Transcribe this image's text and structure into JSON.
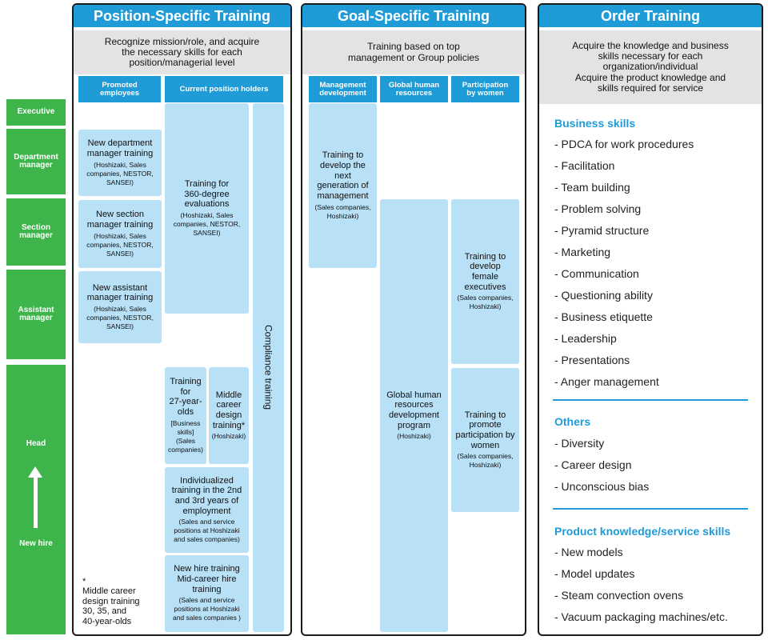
{
  "levels": {
    "executive": "Executive",
    "department_manager": "Department\nmanager",
    "section_manager": "Section\nmanager",
    "assistant_manager": "Assistant\nmanager",
    "head": "Head",
    "new_hire": "New hire"
  },
  "position_panel": {
    "title": "Position-Specific Training",
    "description": "Recognize mission/role, and acquire\nthe necessary skills for each\nposition/managerial level",
    "col_promoted": "Promoted\nemployees",
    "col_current": "Current position holders",
    "boxes": {
      "dept_mgr": {
        "title": "New department\nmanager training",
        "sub": "(Hoshizaki, Sales\ncompanies, NESTOR,\nSANSEI)"
      },
      "section_mgr": {
        "title": "New section\nmanager training",
        "sub": "(Hoshizaki, Sales\ncompanies, NESTOR,\nSANSEI)"
      },
      "assistant_mgr": {
        "title": "New assistant\nmanager training",
        "sub": "(Hoshizaki, Sales\ncompanies, NESTOR,\nSANSEI)"
      },
      "eval360": {
        "title": "Training for\n360-degree\nevaluations",
        "sub": "(Hoshizaki, Sales\ncompanies, NESTOR,\nSANSEI)"
      },
      "age27": {
        "title": "Training\nfor\n27-year-\nolds",
        "sub": "[Business\nskills]\n(Sales\ncompanies)"
      },
      "mid_career": {
        "title": "Middle\ncareer\ndesign\ntraining*",
        "sub": "(Hoshizaki)"
      },
      "individualized": {
        "title": "Individualized\ntraining in the 2nd\nand 3rd years of\nemployment",
        "sub": "(Sales and service\npositions at Hoshizaki\nand sales companies)"
      },
      "new_hire": {
        "title": "New hire training\nMid-career hire\ntraining",
        "sub": "(Sales and service\npositions at Hoshizaki\nand sales companies )"
      }
    },
    "compliance": "Compliance training",
    "footnote_star": "*",
    "footnote": "Middle career\ndesign training\n30, 35, and\n40-year-olds"
  },
  "goal_panel": {
    "title": "Goal-Specific Training",
    "description": "Training based on top\nmanagement or Group policies",
    "col_mgmt": "Management\ndevelopment",
    "col_global": "Global human\nresources",
    "col_women": "Participation\nby women",
    "boxes": {
      "next_gen": {
        "title": "Training to\ndevelop the next\ngeneration of\nmanagement",
        "sub": "(Sales companies,\nHoshizaki)"
      },
      "global": {
        "title": "Global human\nresources\ndevelopment\nprogram",
        "sub": "(Hoshizaki)"
      },
      "female_exec": {
        "title": "Training to\ndevelop\nfemale\nexecutives",
        "sub": "(Sales companies,\nHoshizaki)"
      },
      "women": {
        "title": "Training to\npromote\nparticipation by\nwomen",
        "sub": "(Sales companies,\nHoshizaki)"
      }
    }
  },
  "order_panel": {
    "title": "Order Training",
    "description": "Acquire the knowledge and business\nskills necessary for each\norganization/individual\nAcquire the product knowledge and\nskills required for service",
    "business_title": "Business skills",
    "business_items": [
      "- PDCA for work procedures",
      "- Facilitation",
      "- Team building",
      "- Problem solving",
      "- Pyramid structure",
      "- Marketing",
      "- Communication",
      "- Questioning ability",
      "- Business etiquette",
      "- Leadership",
      "- Presentations",
      "- Anger management"
    ],
    "others_title": "Others",
    "others_items": [
      "- Diversity",
      "- Career design",
      "- Unconscious bias"
    ],
    "product_title": "Product knowledge/service skills",
    "product_items": [
      "- New models",
      "- Model updates",
      "- Steam convection ovens",
      "- Vacuum packaging machines/etc."
    ]
  }
}
